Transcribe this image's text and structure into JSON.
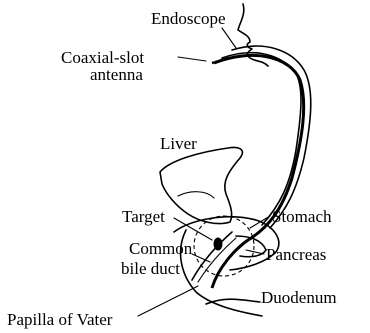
{
  "labels": {
    "endoscope": "Endoscope",
    "coaxial_line1": "Coaxial-slot",
    "coaxial_line2": "antenna",
    "liver": "Liver",
    "target": "Target",
    "stomach": "Stomach",
    "common_line1": "Common",
    "common_line2": "bile duct",
    "pancreas": "Pancreas",
    "duodenum": "Duodenum",
    "papilla": "Papilla of Vater"
  }
}
